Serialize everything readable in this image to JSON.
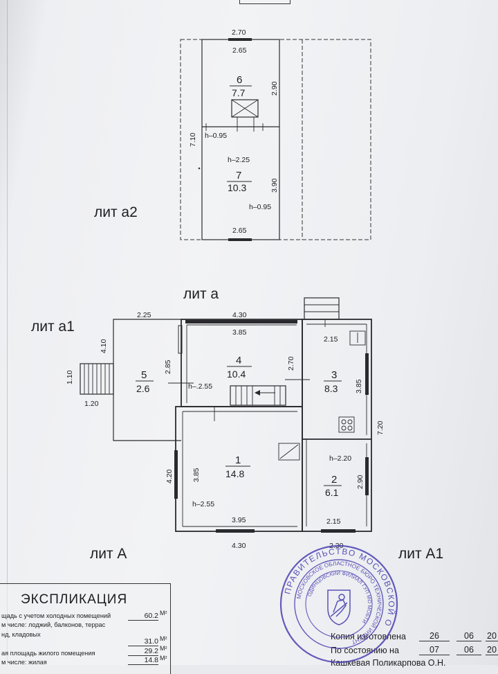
{
  "plan": {
    "lit_a2": "лит а2",
    "lit_a": "лит а",
    "lit_a1": "лит а1",
    "lit_A": "лит А",
    "lit_A1": "лит А1",
    "rooms": [
      {
        "num": "6",
        "area": "7.7"
      },
      {
        "num": "7",
        "area": "10.3"
      },
      {
        "num": "5",
        "area": "2.6"
      },
      {
        "num": "4",
        "area": "10.4"
      },
      {
        "num": "3",
        "area": "8.3"
      },
      {
        "num": "1",
        "area": "14.8"
      },
      {
        "num": "2",
        "area": "6.1"
      }
    ],
    "dims": {
      "a2_top_outer": "2.70",
      "a2_top_inner": "2.65",
      "a2_bottom_inner": "2.65",
      "a2_left": "7.10",
      "a2_room6_height": "2.90",
      "a2_room7_height": "3.90",
      "a1_top": "2.25",
      "a1_left": "4.10",
      "porch_left": "1.10",
      "porch_bottom": "1.20",
      "a_top_outer": "4.30",
      "a_top_inner": "3.85",
      "room5_h": "2.85",
      "room4_h": "2.70",
      "room3_top": "2.15",
      "room3_h": "3.85",
      "right_total": "7.20",
      "A_left": "4.20",
      "room1_h": "3.85",
      "room1_bottom": "3.95",
      "A_bottom": "4.30",
      "room2_top": "2.15",
      "room2_h": "2.90",
      "A1_bottom": "2.30"
    },
    "heights": {
      "h1": "h–0.95",
      "h2": "h–2.25",
      "h3": "h–0.95",
      "h4": "h–.2.55",
      "h5": "h–2.55",
      "h6": "h–2.20"
    }
  },
  "explication": {
    "title": "ЭКСПЛИКАЦИЯ",
    "rows": [
      {
        "label": "щадь с учетом холодных помещений",
        "value": "60.2",
        "unit": "М²"
      },
      {
        "label": "м числе: лоджий, балконов, террас",
        "value": "",
        "unit": ""
      },
      {
        "label": "нд, кладовых",
        "value": "31.0",
        "unit": "М²"
      },
      {
        "label": "ая площадь жилого помещения",
        "value": "29.2",
        "unit": "М²"
      },
      {
        "label": "м числе: жилая",
        "value": "14.8",
        "unit": "М²"
      }
    ]
  },
  "copy_info": {
    "line1_label": "Копия изготовлена",
    "line1_day": "26",
    "line1_month": "06",
    "line1_year": "20",
    "line2_label": "По состоянию на",
    "line2_day": "07",
    "line2_month": "06",
    "line2_year": "20",
    "line3": "Кашкевая   Поликарпова О.Н."
  },
  "stamp": {
    "outer_text": "ПРАВИТЕЛЬСТВО  МОСКОВСКОЙ  О",
    "inner_text": "МОСКОВСКОЕ ОБЛАСТНОЕ БЮРО ТЕХНИЧЕСКОЙ ИНВЕНТ",
    "core_text": "ОДИНЦОВСКИЙ ФИЛИАЛ ГУП МО МОБТИ",
    "color": "#4a3fb0"
  }
}
